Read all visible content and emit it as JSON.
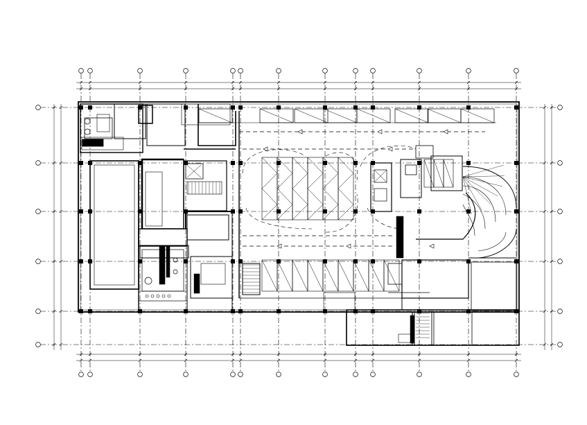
{
  "plan": {
    "title_block": "",
    "rooms": [
      {
        "id": "room-1",
        "label": ""
      },
      {
        "id": "room-2",
        "label": ""
      },
      {
        "id": "room-3",
        "label": ""
      },
      {
        "id": "room-4",
        "label": ""
      },
      {
        "id": "room-5",
        "label": ""
      },
      {
        "id": "room-6",
        "label": ""
      },
      {
        "id": "room-7",
        "label": ""
      },
      {
        "id": "room-8",
        "label": ""
      },
      {
        "id": "room-9",
        "label": ""
      },
      {
        "id": "room-10",
        "label": ""
      },
      {
        "id": "room-11",
        "label": ""
      }
    ]
  }
}
